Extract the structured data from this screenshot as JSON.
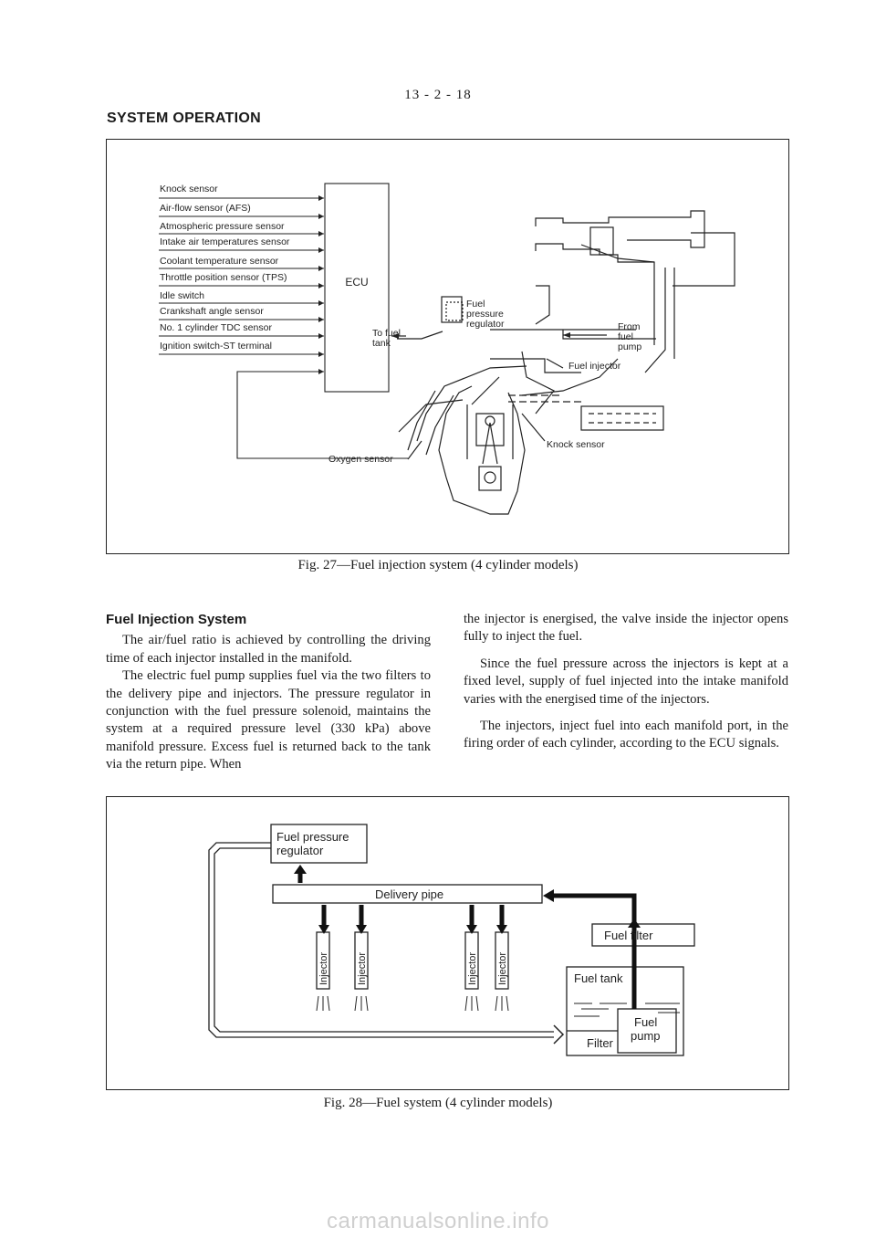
{
  "header": {
    "page_number": "13 - 2 - 18",
    "section_title": "SYSTEM OPERATION"
  },
  "fig27": {
    "caption": "Fig. 27—Fuel injection system (4 cylinder models)",
    "sensors": [
      "Knock sensor",
      "Air-flow sensor (AFS)",
      "Atmospheric pressure sensor",
      "Intake air temperatures sensor",
      "Coolant temperature sensor",
      "Throttle position sensor (TPS)",
      "Idle switch",
      "Crankshaft angle sensor",
      "No. 1 cylinder TDC sensor",
      "Ignition switch-ST terminal"
    ],
    "ecu": "ECU",
    "fuel_pressure_regulator": [
      "Fuel",
      "pressure",
      "regulator"
    ],
    "to_fuel_tank": [
      "To fuel",
      "tank"
    ],
    "from_fuel_pump": [
      "From",
      "fuel",
      "pump"
    ],
    "fuel_injector": "Fuel injector",
    "knock_sensor": "Knock sensor",
    "oxygen_sensor": "Oxygen sensor"
  },
  "text": {
    "subheading": "Fuel Injection System",
    "col1_p1": "The air/fuel ratio is achieved by controlling the driving time of each injector installed in the manifold.",
    "col1_p2": "The electric fuel pump supplies fuel via the two filters to the delivery pipe and injectors. The pressure regulator in conjunction with the fuel pressure solenoid, maintains the system at a required pressure level (330 kPa) above manifold pressure. Excess fuel is returned back to the tank via the return pipe. When",
    "col2_p1": "the injector is energised, the valve inside the injector opens fully to inject the fuel.",
    "col2_p2": "Since the fuel pressure across the injectors is kept at a fixed level, supply of fuel injected into the intake manifold varies with the energised time of the injectors.",
    "col2_p3": "The injectors, inject fuel into each manifold port, in the firing order of each cylinder, according to the ECU signals."
  },
  "fig28": {
    "caption": "Fig. 28—Fuel system (4 cylinder models)",
    "regulator": [
      "Fuel pressure",
      "regulator"
    ],
    "delivery_pipe": "Delivery pipe",
    "injector": "Injector",
    "fuel_filter": "Fuel filter",
    "fuel_tank": "Fuel tank",
    "filter": "Filter",
    "fuel_pump": [
      "Fuel",
      "pump"
    ]
  },
  "footer": {
    "watermark": "carmanualsonline.info"
  }
}
